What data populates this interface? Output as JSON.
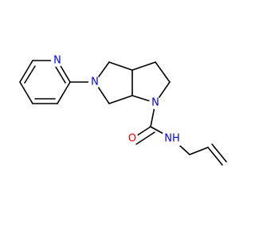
{
  "colors": {
    "nitrogen": "#0000ff",
    "oxygen": "#ff0000",
    "carbon_bond": "#000000",
    "background": "#ffffff"
  },
  "atoms": {
    "pyridine_n": "N",
    "pyrrolidine_n": "N",
    "ring_n": "N",
    "amide_nh": "NH",
    "carbonyl_o": "O"
  }
}
